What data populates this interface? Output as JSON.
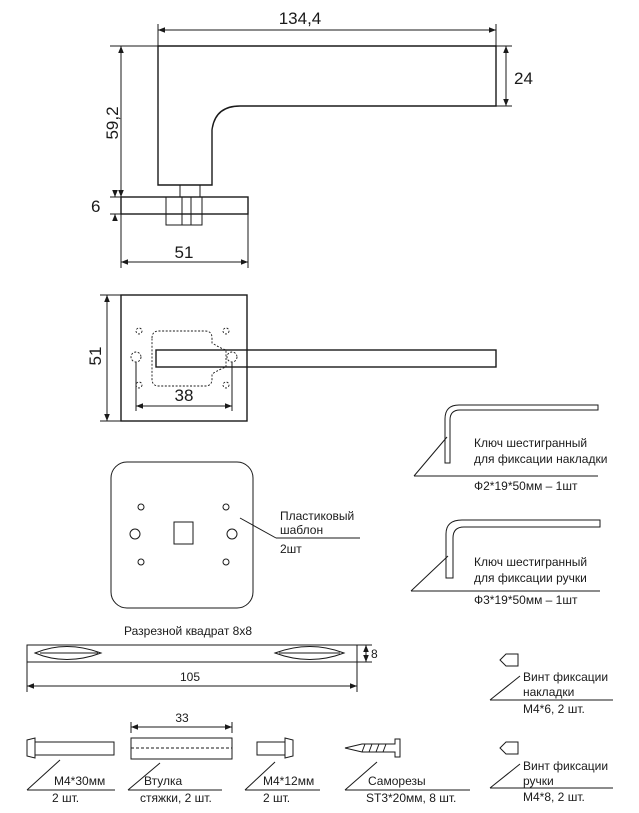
{
  "dimensions": {
    "handle_length": "134,4",
    "handle_height": "24",
    "handle_projection": "59,2",
    "rose_thickness": "6",
    "rose_width_side": "51",
    "rose_height_front": "51",
    "hole_spacing": "38",
    "spindle_height": "8",
    "spindle_length": "105",
    "sleeve_length": "33"
  },
  "parts": {
    "hex_key_rose": {
      "line1": "Ключ шестигранный",
      "line2": "для фиксации накладки",
      "spec": "Ф2*19*50мм – 1шт"
    },
    "hex_key_handle": {
      "line1": "Ключ шестигранный",
      "line2": "для фиксации ручки",
      "spec": "Ф3*19*50мм – 1шт"
    },
    "template": {
      "line1": "Пластиковый",
      "line2": "шаблон",
      "qty": "2шт"
    },
    "spindle": {
      "label": "Разрезной квадрат 8х8"
    },
    "grub_screw_rose": {
      "line1": "Винт фиксации",
      "line2": "накладки",
      "spec": "М4*6, 2 шт."
    },
    "grub_screw_handle": {
      "line1": "Винт фиксации",
      "line2": "ручки",
      "spec": "М4*8, 2 шт."
    },
    "bolt_long": {
      "size": "М4*30мм",
      "qty": "2 шт."
    },
    "sleeve": {
      "line1": "Втулка",
      "line2": "стяжки, 2 шт."
    },
    "bolt_short": {
      "size": "М4*12мм",
      "qty": "2 шт."
    },
    "wood_screws": {
      "line1": "Саморезы",
      "line2": "ST3*20мм, 8 шт."
    }
  }
}
